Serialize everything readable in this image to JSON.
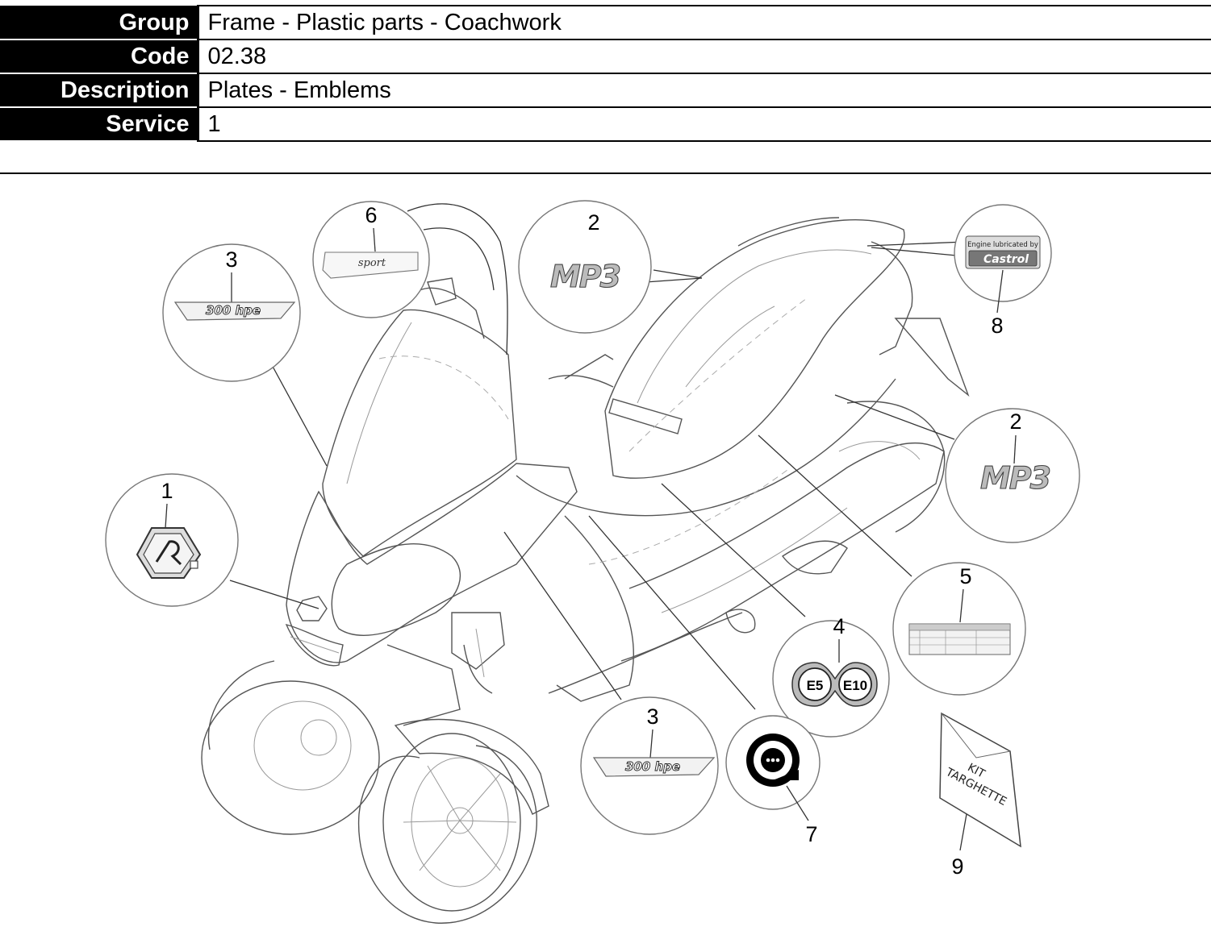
{
  "header": {
    "rows": [
      {
        "label": "Group",
        "value": "Frame - Plastic parts - Coachwork"
      },
      {
        "label": "Code",
        "value": "02.38"
      },
      {
        "label": "Description",
        "value": "Plates - Emblems"
      },
      {
        "label": "Service",
        "value": "1"
      }
    ]
  },
  "diagram": {
    "callouts": [
      {
        "number": "1",
        "part": "piaggio-emblem"
      },
      {
        "number": "2",
        "part": "mp3-logo-front",
        "text": "MP3"
      },
      {
        "number": "2",
        "part": "mp3-logo-side",
        "text": "MP3"
      },
      {
        "number": "3",
        "part": "300hpe-badge-upper",
        "text": "300 hpe"
      },
      {
        "number": "3",
        "part": "300hpe-badge-lower",
        "text": "300 hpe"
      },
      {
        "number": "4",
        "part": "fuel-label",
        "text": [
          "E5",
          "E10"
        ]
      },
      {
        "number": "5",
        "part": "tyre-pressure-label"
      },
      {
        "number": "6",
        "part": "sport-badge",
        "text": "sport"
      },
      {
        "number": "7",
        "part": "service-label"
      },
      {
        "number": "8",
        "part": "castrol-label",
        "text": [
          "Engine lubricated by",
          "Castrol"
        ]
      },
      {
        "number": "9",
        "part": "plate-kit-bag",
        "text": [
          "KIT",
          "TARGHETTE"
        ]
      }
    ]
  }
}
